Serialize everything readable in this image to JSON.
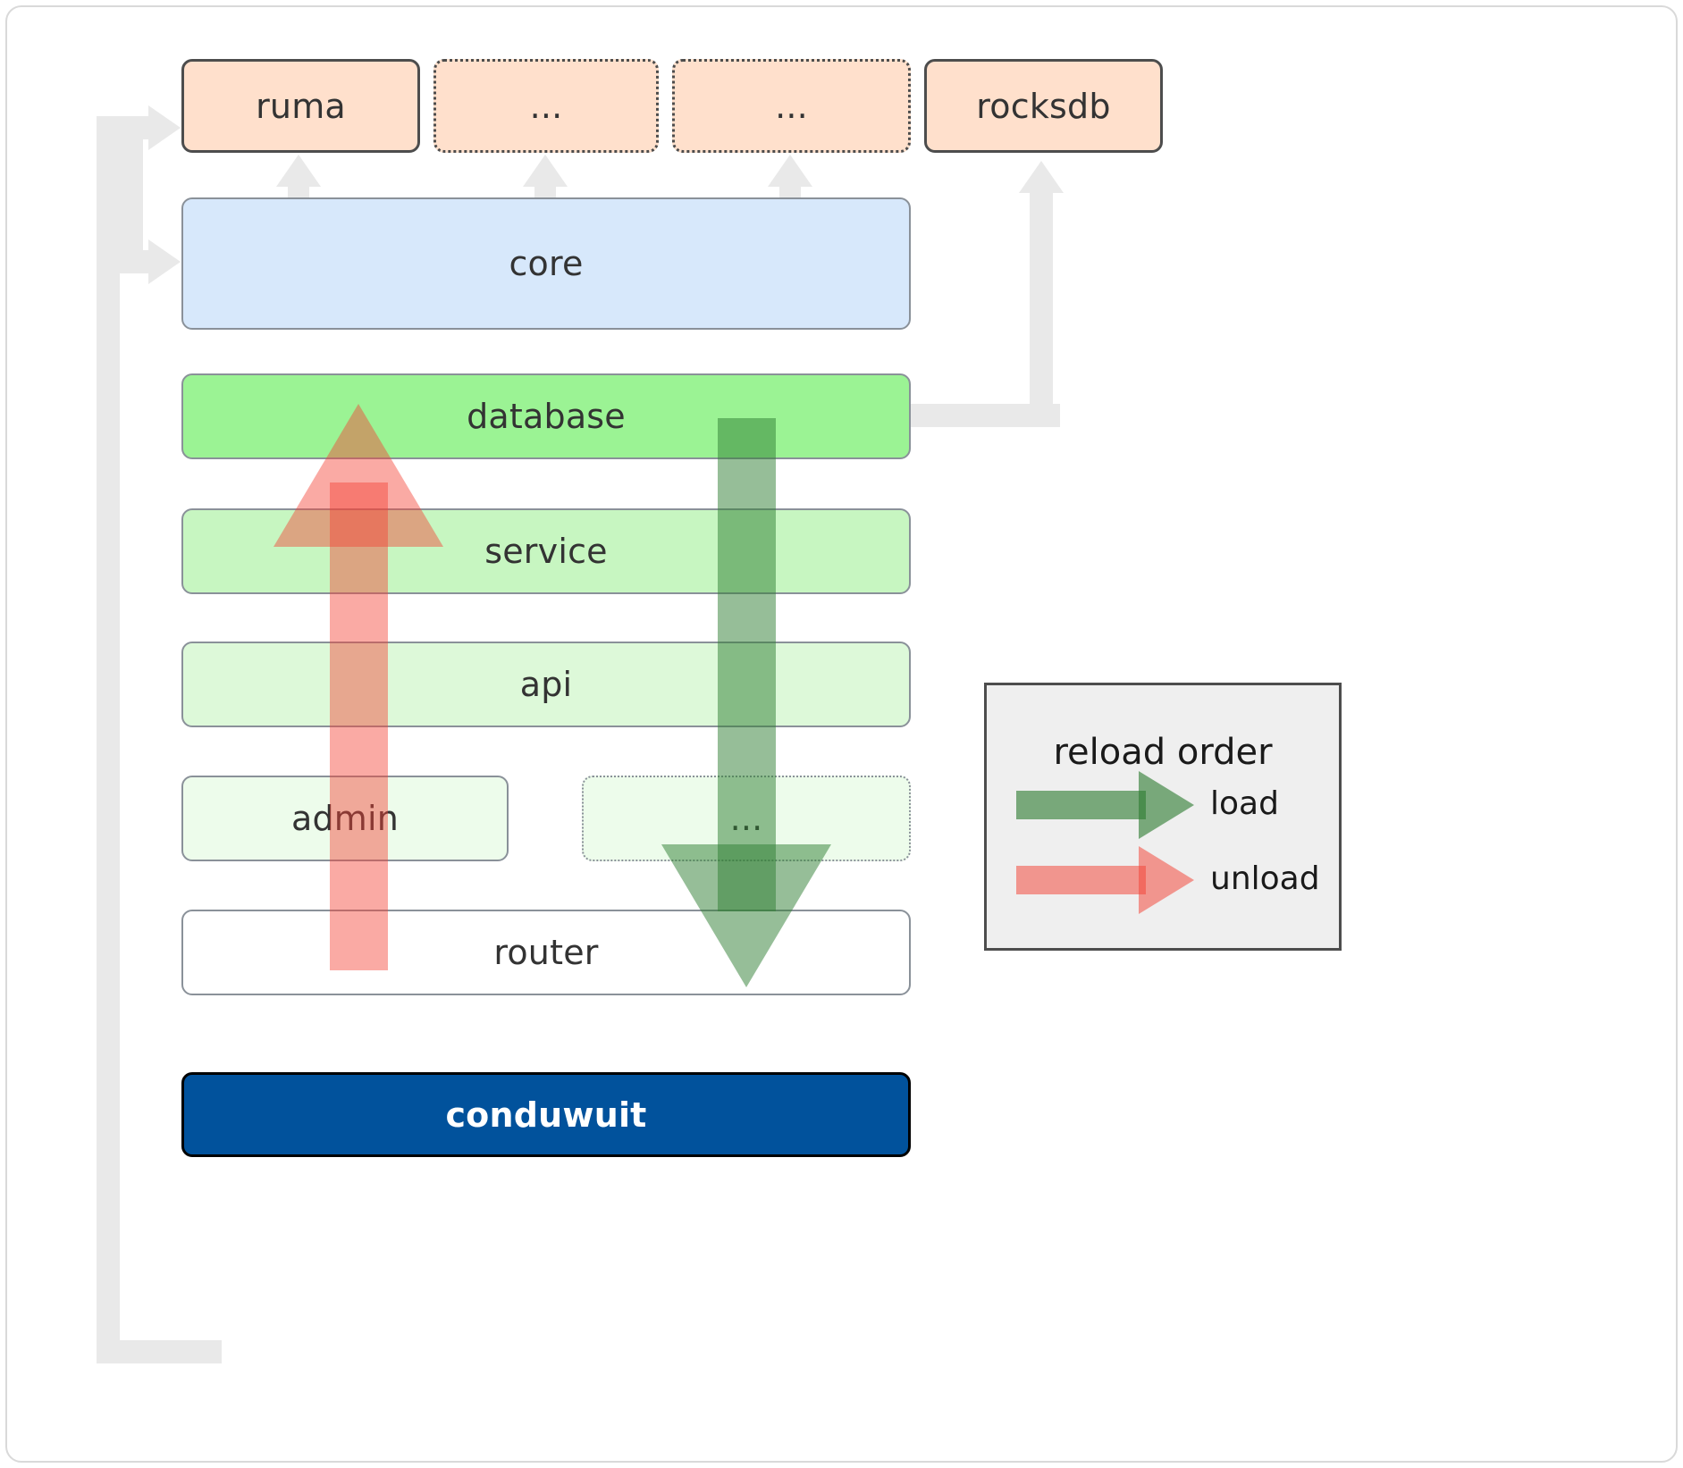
{
  "diagram": {
    "title": "conduwuit crate architecture / reload order",
    "external_crates": [
      {
        "id": "ruma",
        "label": "ruma",
        "style": "solid"
      },
      {
        "id": "ext-1",
        "label": "...",
        "style": "dotted"
      },
      {
        "id": "ext-2",
        "label": "...",
        "style": "dotted"
      },
      {
        "id": "rocksdb",
        "label": "rocksdb",
        "style": "solid"
      }
    ],
    "core": {
      "id": "core",
      "label": "core"
    },
    "layers": [
      {
        "id": "database",
        "label": "database"
      },
      {
        "id": "service",
        "label": "service"
      },
      {
        "id": "api",
        "label": "api"
      },
      {
        "id": "admin",
        "label": "admin"
      },
      {
        "id": "layer-dots",
        "label": "...",
        "style": "dotted"
      },
      {
        "id": "router",
        "label": "router"
      }
    ],
    "application": {
      "id": "conduwuit",
      "label": "conduwuit"
    },
    "legend": {
      "title": "reload order",
      "entries": [
        {
          "id": "load",
          "label": "load",
          "color": "#2e7d32"
        },
        {
          "id": "unload",
          "label": "unload",
          "color": "#f44336"
        }
      ]
    },
    "colors": {
      "external": "#ffe0cc",
      "core": "#d7e8fb",
      "database": "#9bf394",
      "service": "#c7f6c1",
      "api": "#ddf9d9",
      "admin": "#edfceb",
      "router": "#ffffff",
      "application": "#01529c",
      "connector": "#e9e9e9",
      "load_arrow": "#2e7d32",
      "unload_arrow": "#f44336",
      "legend_background": "#efefef"
    }
  }
}
